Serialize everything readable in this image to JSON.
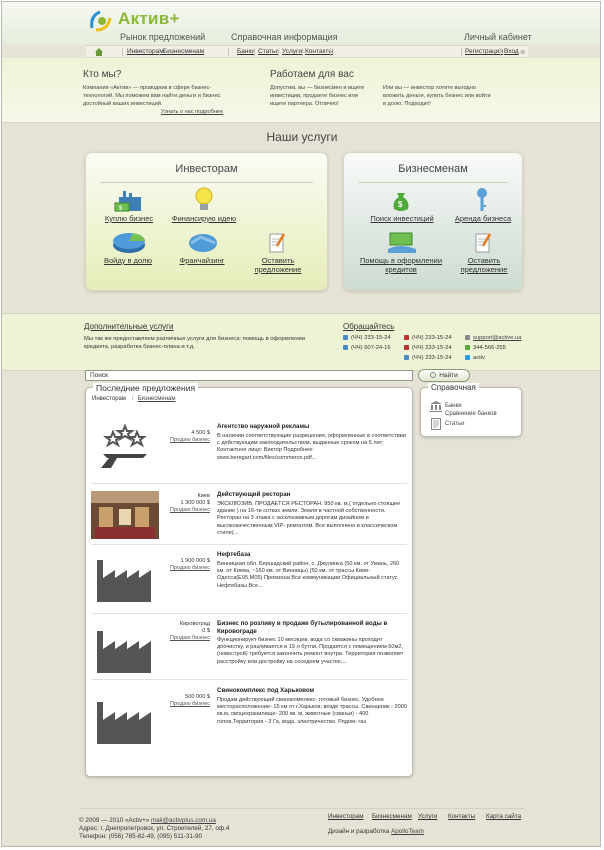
{
  "header": {
    "logo_text": "Актив+",
    "nav": [
      "Рынок предложений",
      "Справочная информация",
      "Личный кабинет"
    ],
    "subnav_left": [
      "Инвесторам",
      "Бизнесменам"
    ],
    "subnav_mid": [
      "Банки",
      "Статьи",
      "Услуги",
      "Контакты"
    ],
    "subnav_right": [
      "Регистрация",
      "Вход"
    ]
  },
  "about": {
    "who_title": "Кто мы?",
    "who_text": "Компания «Актив» — проводник в сфере бизнес-технологий. Мы поможем вам найти деньги и бизнес достойный ваших инвестиций.",
    "who_link": "Узнать о нас подробнее",
    "work_title": "Работаем для вас",
    "work_text": "Допустим, вы — бизнесмен и ищете инвестиции, продаете бизнес или ищете партнера. Отлично!",
    "investor_text": "Или вы — инвестор хотите выгодно вложить деньги, купить бизнес или войти в долю. Подходит!"
  },
  "services": {
    "title": "Наши услуги",
    "investors": {
      "title": "Инвесторам",
      "items": [
        "Куплю бизнес",
        "Финансирую идею",
        "Войду в долю",
        "Франчайзинг",
        "Оставить предложение"
      ]
    },
    "businessmen": {
      "title": "Бизнесменам",
      "items": [
        "Поиск инвестиций",
        "Аренда бизнеса",
        "Помощь в оформлении кредитов",
        "Оставить предложение"
      ]
    }
  },
  "extra": {
    "title": "Дополнительные услуги",
    "text": "Мы так же предоставляем различные услуги для бизнеса: помощь в оформлении кредикта, разработка бизнес-плана и т.д.",
    "contact_title": "Обращайтесь",
    "phones": [
      "(ЧЧ) 233-15-24",
      "(ЧЧ) 607-24-16",
      "(ЧЧ) 233-15-24",
      "(ЧЧ) 233-15-24",
      "(ЧЧ) 233-15-24"
    ],
    "email": "support@active.ua",
    "skype_phone": "344-566-255",
    "skype": "activ"
  },
  "search": {
    "placeholder": "Поиск",
    "button": "Найти"
  },
  "listing": {
    "title": "Последние предложения",
    "tabs": [
      "Инвесторам",
      "Бизнесменам"
    ],
    "items": [
      {
        "city": "",
        "price": "4 500 $",
        "category": "Продаю бизнес",
        "title": "Агентство наружной рекламы",
        "desc": "В наличии соответствующие разрешения, оформленные в соответствии с действующим законодательством, выданные сроком на 5 лет; Контактное лицо: Виктор Подробнее: www.beregart.com/files/commerce.pdf..."
      },
      {
        "city": "Киев",
        "price": "1 300 000 $",
        "category": "Продаю бизнес",
        "title": "Действующий ресторан",
        "desc": "ЭКСКЛЮЗИВ. ПРОДАЕТСЯ РЕСТОРАН. 950 кв. м.( отдельно стоящее здание ) на 16-ти сотках земли. Земля в частной собственности. Ресторан на 3 этажа с эксклюзивным дорогим дизайном и высококачественным VIP- ремонтом. Все выполнено в классическом стиле(..."
      },
      {
        "city": "",
        "price": "1 900 000 $",
        "category": "Продаю бизнес",
        "title": "Нефтебаза",
        "desc": "Винницкая обл. Бершадский район, с. Джулинка (50 км. от Умань, 260 км. от Киева, ~160 км. от Винницы) (50 км. от трассы Киев-Одесса(Е95,М05) Промзона Все коммуникации Официальный статус Нефтебазы Все..."
      },
      {
        "city": "Кировоград",
        "price": "0 $",
        "category": "Продаю бизнес",
        "title": "Бизнес по розливу в продаже бутылированной воды в Кировограде",
        "desc": "Функционирует бизнес 10 месяцев, вода со скважины проходит доочистку, и разливается в 19 л бутли. Продается с помещением 60м2, (новострой) требуется закончить ремонт внутри. Территория позволяет расстройку или достройку на соседнем участке,..."
      },
      {
        "city": "",
        "price": "500 000 $",
        "category": "Продаю бизнес",
        "title": "Свинокомплекс под Харьковом",
        "desc": "Продам действующий свинокомплекс- готовый бизнес. Удобное месторасположение- 15 км от г.Харьков, возде трассы. Свинарник - 2000 кв.м, овоцехранилище- 200 кв. м, животные (свиньи) - 400 голов.Территория - 3 Га, вода, электричество. Рядом- газ"
      }
    ]
  },
  "sidebar": {
    "title": "Справочная",
    "links": [
      "Банки",
      "Сравнение банков",
      "Статьи"
    ]
  },
  "footer": {
    "copyright": "© 2009 — 2010 «Activ+»",
    "email": "mail@activplus.com.ua",
    "address": "Адрес: г. Днепропетровск, ул. Строителей, 27, оф.4",
    "phone": "Телефон: (056) 785-82-49, (095) 511-31-90",
    "links": [
      "Инвесторам",
      "Бизнесменам",
      "Услуги",
      "Контакты",
      "Карта сайта"
    ],
    "design_label": "Дизайн и разработка",
    "design_link": "ApolloTeam"
  },
  "colors": {
    "accent_green": "#8cb83a",
    "background": "#e6e3d6",
    "panel_green": "#e6edb8",
    "panel_blue": "#cddbd2"
  }
}
